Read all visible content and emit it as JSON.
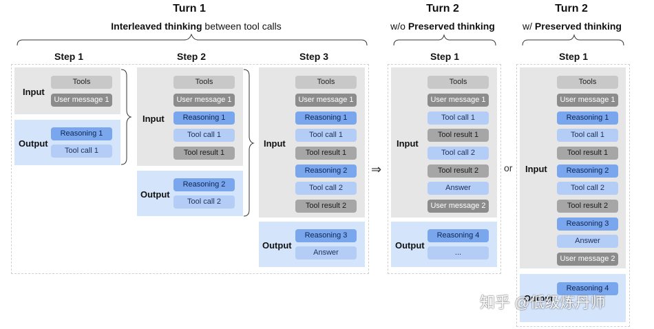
{
  "turn1": {
    "title": "Turn 1",
    "subtitle_bold": "Interleaved thinking",
    "subtitle_rest": " between tool calls",
    "steps": [
      {
        "label": "Step 1",
        "input": [
          "Tools",
          "User message 1"
        ],
        "output": [
          "Reasoning 1",
          "Tool call 1"
        ]
      },
      {
        "label": "Step 2",
        "input": [
          "Tools",
          "User message 1",
          "Reasoning 1",
          "Tool call 1",
          "Tool result 1"
        ],
        "output": [
          "Reasoning 2",
          "Tool call 2"
        ]
      },
      {
        "label": "Step 3",
        "input": [
          "Tools",
          "User message 1",
          "Reasoning 1",
          "Tool call 1",
          "Tool result 1",
          "Reasoning 2",
          "Tool call 2",
          "Tool result 2"
        ],
        "output": [
          "Reasoning 3",
          "Answer"
        ]
      }
    ]
  },
  "turn2a": {
    "title": "Turn 2",
    "subtitle_pre": "w/o ",
    "subtitle_bold": "Preserved thinking",
    "step_label": "Step 1",
    "input": [
      "Tools",
      "User message 1",
      "Tool call 1",
      "Tool result 1",
      "Tool call 2",
      "Tool result 2",
      "Answer",
      "User message 2"
    ],
    "output": [
      "Reasoning 4",
      "..."
    ]
  },
  "turn2b": {
    "title": "Turn 2",
    "subtitle_pre": "w/ ",
    "subtitle_bold": "Preserved thinking",
    "step_label": "Step 1",
    "input": [
      "Tools",
      "User message 1",
      "Reasoning 1",
      "Tool call 1",
      "Tool result 1",
      "Reasoning 2",
      "Tool call 2",
      "Tool result 2",
      "Reasoning 3",
      "Answer",
      "User message 2"
    ],
    "output": [
      "Reasoning 4"
    ]
  },
  "labels": {
    "input": "Input",
    "output": "Output"
  },
  "connectors": {
    "arrow": "⇒",
    "or": "or"
  },
  "watermark": "知乎 @低级炼丹师",
  "colors": {
    "input_panel": "#e6e6e6",
    "output_panel": "#d4e4fb",
    "tools": "#c8c8c8",
    "user_message": "#8c8c8c",
    "reasoning": "#7aa6ee",
    "tool_call": "#b4cdf6",
    "tool_result": "#a6a6a6"
  }
}
